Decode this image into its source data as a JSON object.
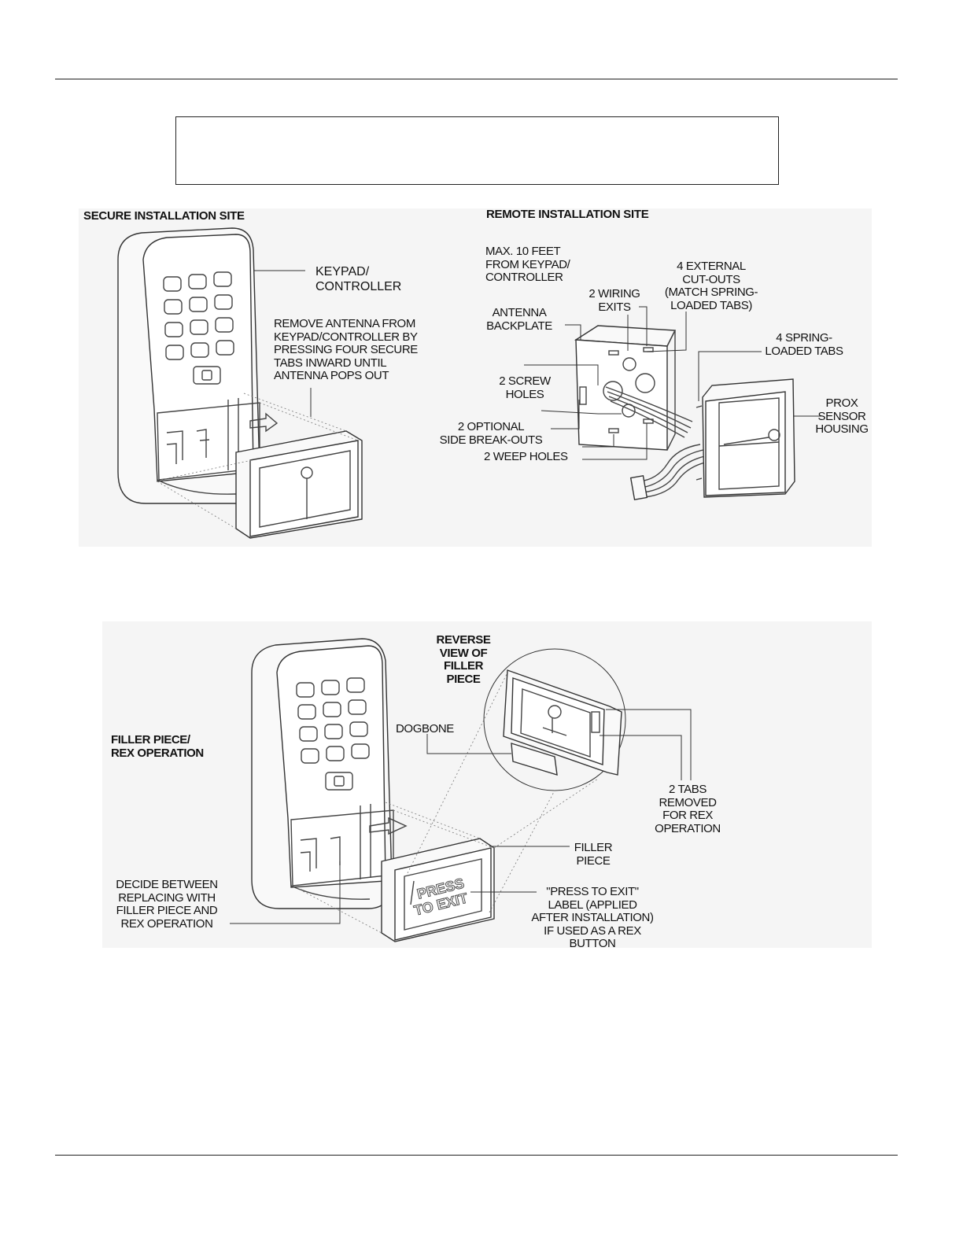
{
  "headings": {
    "secure": "SECURE INSTALLATION SITE",
    "remote": "REMOTE INSTALLATION SITE"
  },
  "labels": {
    "keypad_controller": "KEYPAD/\nCONTROLLER",
    "remove_antenna": "REMOVE ANTENNA FROM\nKEYPAD/CONTROLLER BY\nPRESSING FOUR SECURE\nTABS INWARD UNTIL\nANTENNA POPS OUT",
    "max_10_feet": "MAX. 10 FEET\nFROM KEYPAD/\nCONTROLLER",
    "wiring_exits": "2 WIRING\nEXITS",
    "external_cutouts": "4 EXTERNAL\nCUT-OUTS\n(MATCH SPRING-\nLOADED TABS)",
    "antenna_backplate": "ANTENNA\nBACKPLATE",
    "spring_loaded_tabs": "4 SPRING-\nLOADED TABS",
    "screw_holes": "2 SCREW\nHOLES",
    "prox_sensor_housing": "PROX\nSENSOR\nHOUSING",
    "side_breakouts": "2 OPTIONAL\nSIDE BREAK-OUTS",
    "weep_holes": "2 WEEP HOLES",
    "reverse_view": "REVERSE\nVIEW OF\nFILLER\nPIECE",
    "dogbone": "DOGBONE",
    "filler_rex_operation": "FILLER PIECE/\nREX OPERATION",
    "tabs_removed": "2 TABS\nREMOVED\nFOR REX\nOPERATION",
    "filler_piece": "FILLER\nPIECE",
    "decide_between": "DECIDE BETWEEN\nREPLACING WITH\nFILLER PIECE AND\nREX OPERATION",
    "press_to_exit_label": "\"PRESS TO EXIT\"\nLABEL (APPLIED\nAFTER INSTALLATION)\nIF USED AS A REX\nBUTTON"
  },
  "device_text": {
    "press": "PRESS",
    "to_exit": "TO EXIT"
  }
}
